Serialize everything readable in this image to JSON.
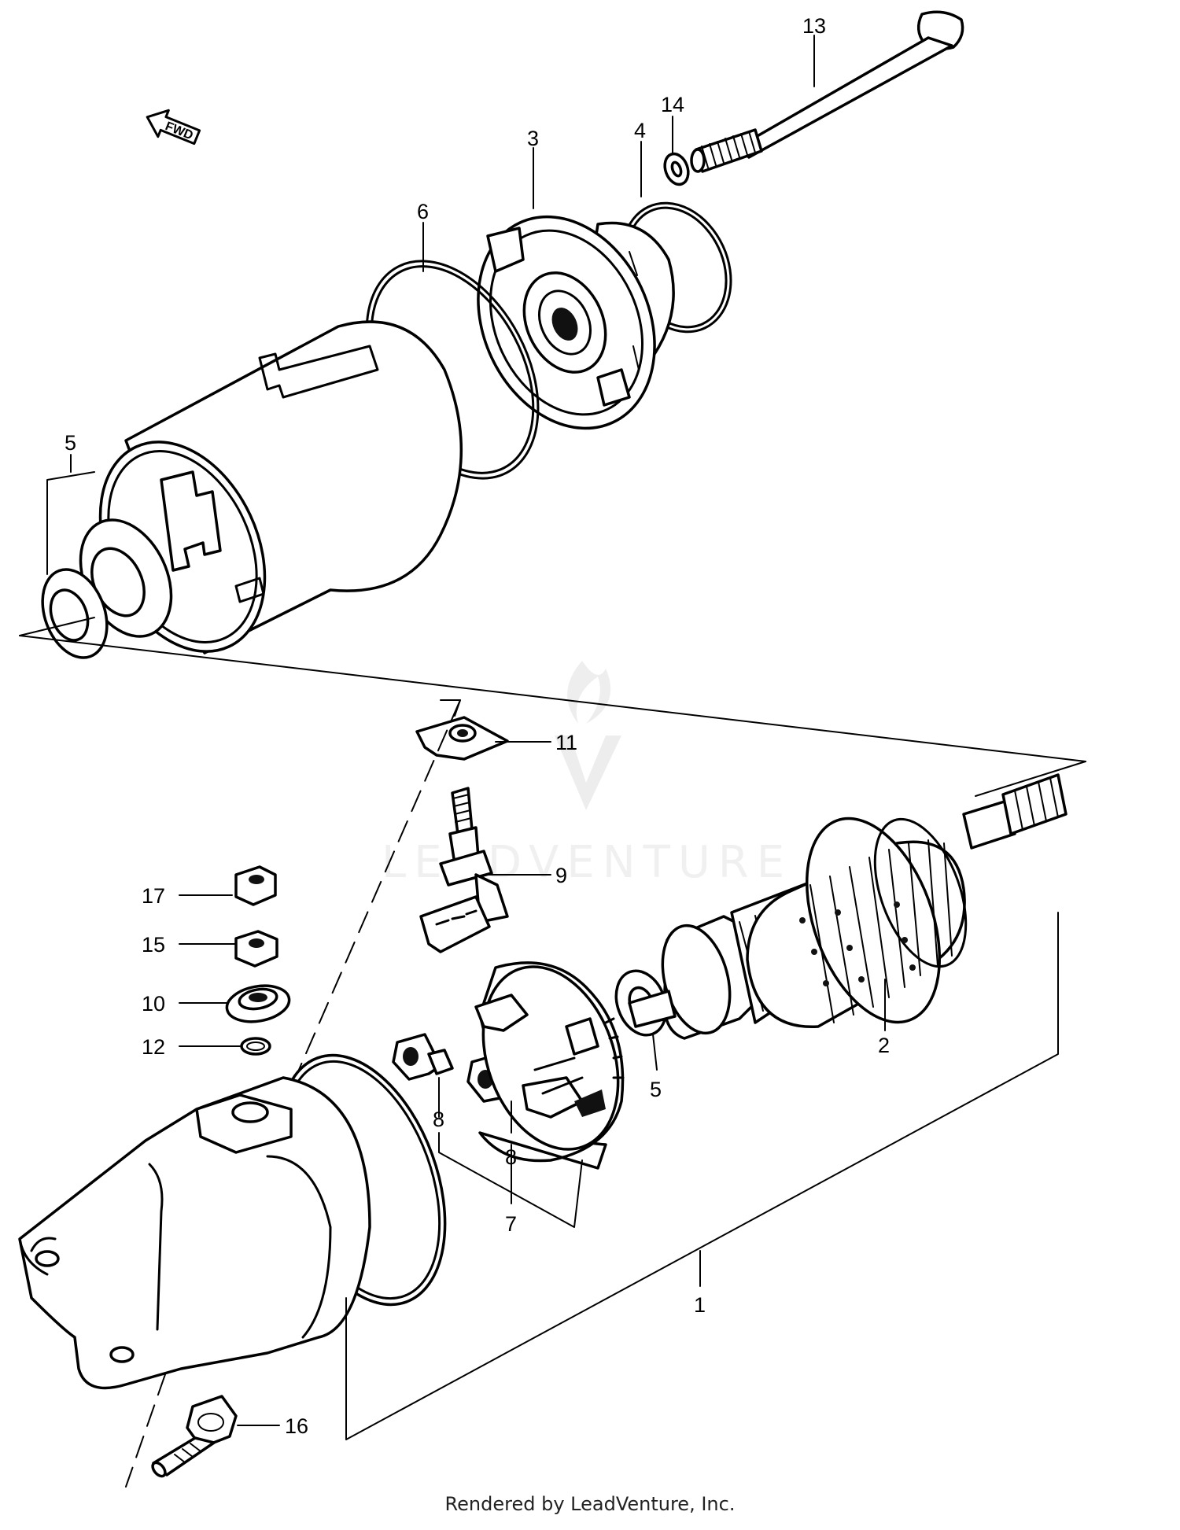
{
  "diagram": {
    "forward_arrow_text": "FWD",
    "watermark_text": "LEADVENTURE",
    "callouts": [
      {
        "id": "c13",
        "label": "13"
      },
      {
        "id": "c14",
        "label": "14"
      },
      {
        "id": "c3",
        "label": "3"
      },
      {
        "id": "c4",
        "label": "4"
      },
      {
        "id": "c6",
        "label": "6"
      },
      {
        "id": "c5a",
        "label": "5"
      },
      {
        "id": "c11",
        "label": "11"
      },
      {
        "id": "c9",
        "label": "9"
      },
      {
        "id": "c17",
        "label": "17"
      },
      {
        "id": "c15",
        "label": "15"
      },
      {
        "id": "c10",
        "label": "10"
      },
      {
        "id": "c12",
        "label": "12"
      },
      {
        "id": "c5b",
        "label": "5"
      },
      {
        "id": "c2",
        "label": "2"
      },
      {
        "id": "c8a",
        "label": "8"
      },
      {
        "id": "c8b",
        "label": "8"
      },
      {
        "id": "c7",
        "label": "7"
      },
      {
        "id": "c1",
        "label": "1"
      },
      {
        "id": "c16",
        "label": "16"
      }
    ]
  },
  "footer": {
    "credit": "Rendered by LeadVenture, Inc."
  }
}
